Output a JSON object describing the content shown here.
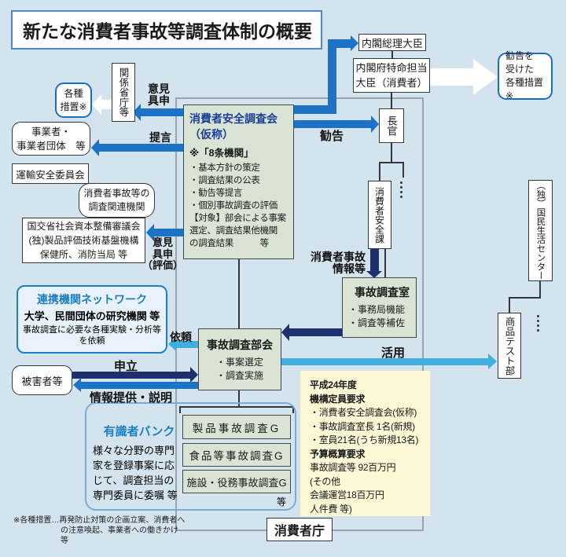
{
  "colors": {
    "background": "#d3e4ef",
    "arrow_blue": "#1c72c4",
    "arrow_navy": "#1d2f6e",
    "arrow_cyan": "#41aede",
    "arrow_white": "#ffffff",
    "green_box_fill": "#d9e4d5",
    "yellow_box_fill": "#fcf8d6",
    "blue_border": "#1b6ec2",
    "grey_border": "#99a3ac",
    "navy_title_text": "#1b3f96",
    "blue_title_text": "#1b7fc4"
  },
  "title": "新たな消費者事故等調査体制の概要",
  "government": {
    "pm": "内閣総理大臣",
    "minister": "内閣府特命担当\n大臣（消費者）"
  },
  "right_column": {
    "kankoku_sochi": "勧告を\n受けた\n各種措置※",
    "kokumin_center": "（独）国民生活センター",
    "shohin_test_bu": "商品テスト部"
  },
  "agency": {
    "name": "消費者庁",
    "chokan": "長官",
    "anzenka": "消費者安全課",
    "chosakai": {
      "title": "消費者安全調査会\n（仮称）",
      "note": "※「8条機関」",
      "body": "・基本方針の策定\n・調査結果の公表\n・勧告等提言\n・個別事故調査の評価\n【対象】部会による事案\n選定、調査結果他機関\nの調査結果　　　等"
    },
    "jiko_chosa_shitsu": {
      "title": "事故調査室",
      "body": "・事務局機能\n・調査等補佐"
    },
    "bukai": {
      "title": "事故調査部会",
      "body": "・事案選定\n・調査実施"
    },
    "groups": [
      "製品事故調査G",
      "食品等事故調査G",
      "施設・役務事故調査G"
    ],
    "groups_etc": "等",
    "budget": {
      "l1": "平成24年度",
      "l2": "機構定員要求",
      "l3": "・消費者安全調査会(仮称)\n・事故調査室長 1名(新規)\n・室員21名(うち新規13名)",
      "l4": "予算概算要求",
      "l5": "事故調査等 92百万円\n(その他\n会議運営18百万円\n人件費 等)"
    }
  },
  "left_column": {
    "kakushu_sochi": "各種\n措置※",
    "kankei_shocho": "関係省庁等",
    "jigyosha": "事業者・\n事業者団体　等",
    "unyu": "運輸安全委員会",
    "kanren": "消費者事故等の\n調査関連機関",
    "kokkosho": "国交省社会資本整備審議会\n(独)製品評価技術基盤機構\n保健所、消防当局 等",
    "higaisha": "被害者等",
    "renkei": {
      "title": "連携機関ネットワーク",
      "sub": "大学、民間団体の研究機関 等",
      "body": "事故調査に必要な各種実験・分析等\nを依頼"
    },
    "yushikisha": {
      "title": "有識者バンク",
      "body": "様々な分野の専門\n家を登録事案に応\nじて、調査担当の\n専門委員に委嘱 等"
    }
  },
  "labels": {
    "iken_gushin": "意見\n具申",
    "teigen": "提言",
    "iken_hyoka": "意見\n具申\n（評価）",
    "kankoku": "勧告",
    "jiko_joho": "消費者事故\n情報等",
    "irai": "依頼",
    "moshitate": "申立",
    "joho_teikyo": "情報提供・説明",
    "katsuyo": "活用"
  },
  "footnote": "※各種措置…再発防止対策の企画立案、消費者へ\n　　　　　　の注意喚起、事業者への働きかけ\n　　　　　　等"
}
